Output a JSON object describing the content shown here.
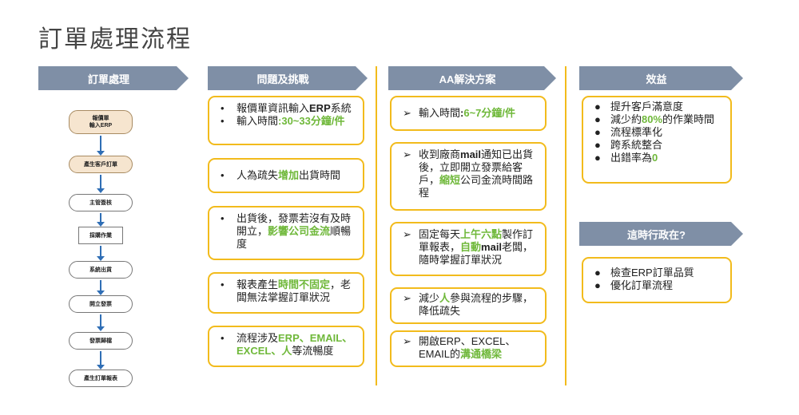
{
  "title": "訂單處理流程",
  "headers": {
    "process": "訂單處理",
    "problems": "問題及挑戰",
    "solution": "AA解決方案",
    "benefit": "效益",
    "hr": "這時行政在?"
  },
  "flow": {
    "n1": "報價單\n輸入ERP",
    "n2": "產生客戶訂單",
    "n3": "主管簽核",
    "n4": "採購作業",
    "n5": "系統出貨",
    "n6": "開立發票",
    "n7": "發票歸檔",
    "n8": "產生訂單報表"
  },
  "problems": {
    "p1a_1": "報價單資訊輸入",
    "p1a_2": "ERP",
    "p1a_3": "系統",
    "p1b_1": "輸入時間",
    "p1b_2": ":30~33分鐘/件",
    "p2_1": "人為疏失",
    "p2_2": "增加",
    "p2_3": "出貨時間",
    "p3_1": "出貨後，發票若沒有及時開立，",
    "p3_2": "影響公司金流",
    "p3_3": "順暢度",
    "p4_1": "報表產生",
    "p4_2": "時間不固定",
    "p4_3": "，老闆無法掌握訂單狀況",
    "p5_1": "流程涉及",
    "p5_2": "ERP、EMAIL、EXCEL、人",
    "p5_3": "等流暢度"
  },
  "solutions": {
    "s1_1": "輸入時間",
    "s1_2": ":",
    "s1_3": "6~7分鐘/件",
    "s2_1": "收到廠商",
    "s2_2": "mail",
    "s2_3": "通知已出貨後，立即開立發票給客戶，",
    "s2_4": "縮短",
    "s2_5": "公司金流時間路程",
    "s3_1": "固定每天",
    "s3_2": "上午六點",
    "s3_3": "製作訂單報表，",
    "s3_4": "自動",
    "s3_5": "mail",
    "s3_6": "老闆，隨時掌握訂單狀況",
    "s4_1": "減少",
    "s4_2": "人",
    "s4_3": "參與流程的步驟，降低疏失",
    "s5_1": "開啟ERP、EXCEL、EMAIL的",
    "s5_2": "溝通橋梁"
  },
  "benefits": {
    "b1": "提升客戶滿意度",
    "b2_1": "減少約",
    "b2_2": "80%",
    "b2_3": "的作業時間",
    "b3": "流程標準化",
    "b4": "跨系統整合",
    "b5_1": "出錯率為",
    "b5_2": "0"
  },
  "hr": {
    "h1": "檢查ERP訂單品質",
    "h2": "優化訂單流程"
  },
  "bullets": {
    "dot": "•",
    "arrow": "➢",
    "disc": "●"
  },
  "colors": {
    "accent": "#f2bb1c",
    "header": "#7f8fa6",
    "highlight": "#6fb83a",
    "flow_arrow": "#2f6eb5"
  }
}
